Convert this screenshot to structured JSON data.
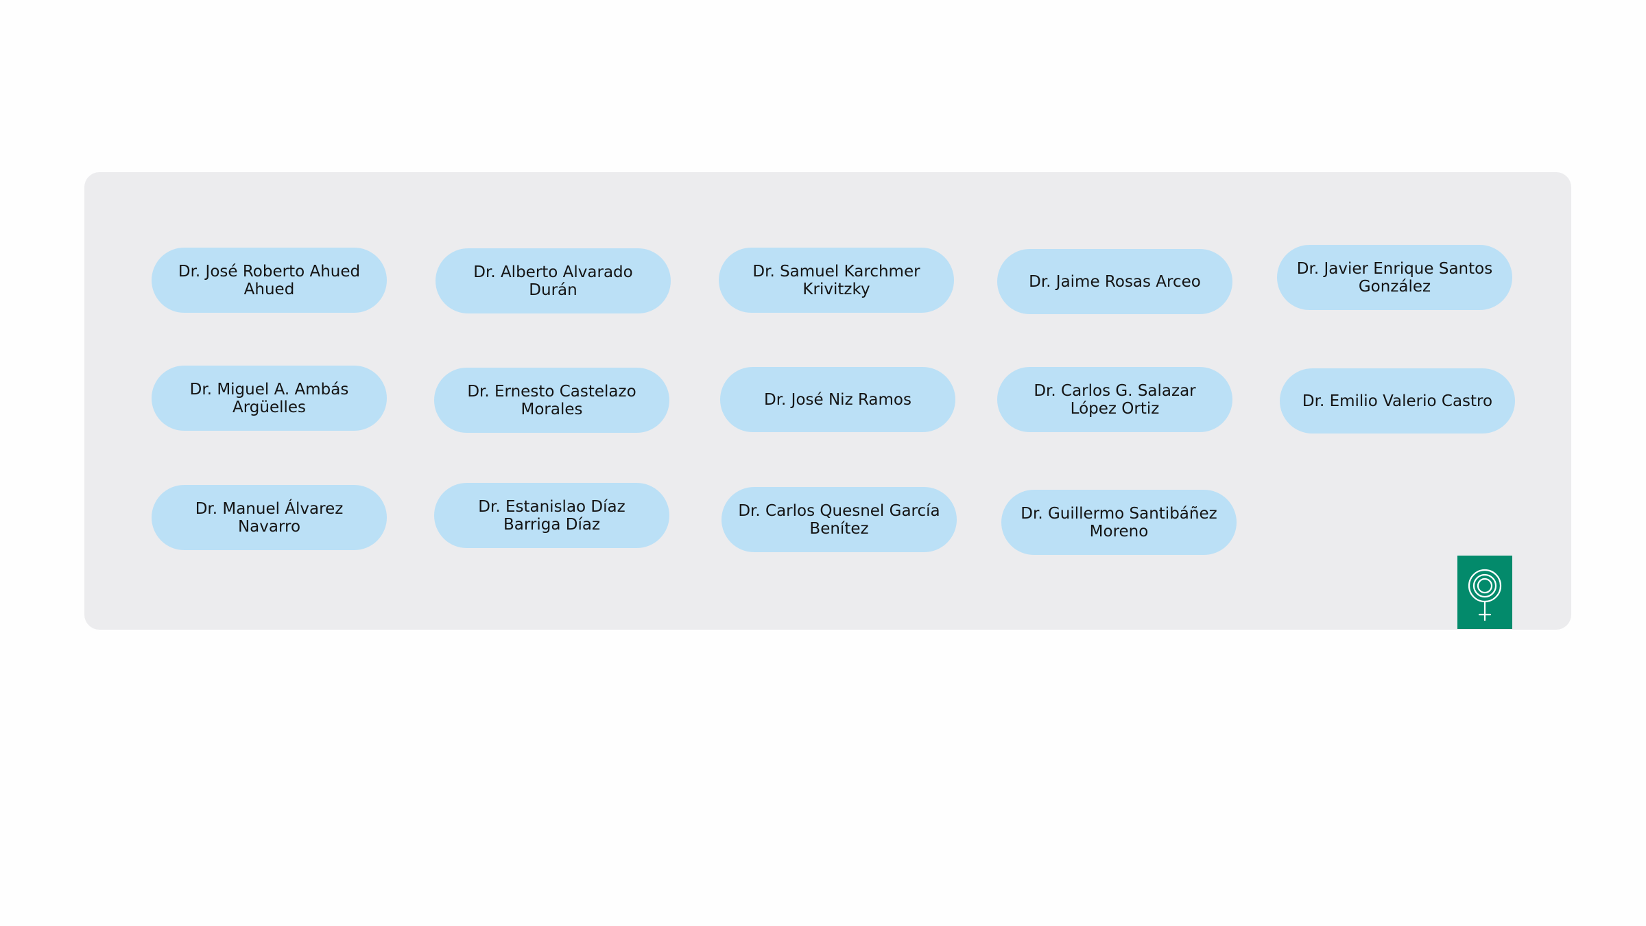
{
  "doctors": [
    "Dr. José Roberto Ahued Ahued",
    "Dr. Alberto Alvarado Durán",
    "Dr. Samuel Karchmer Krivitzky",
    "Dr. Jaime Rosas Arceo",
    "Dr. Javier Enrique Santos González",
    "Dr. Miguel A. Ambás Argüelles",
    "Dr. Ernesto Castelazo Morales",
    "Dr. José Niz Ramos",
    "Dr. Carlos G. Salazar López Ortiz",
    "Dr. Emilio Valerio Castro",
    "Dr. Manuel Álvarez Navarro",
    "Dr. Estanislao Díaz Barriga Díaz",
    "Dr. Carlos Quesnel García Benítez",
    "Dr. Guillermo Santibáñez Moreno"
  ],
  "logo": {
    "icon": "female-symbol-icon",
    "background": "#038a6b"
  },
  "colors": {
    "panel": "#ececee",
    "pill": "#bbe0f6"
  }
}
